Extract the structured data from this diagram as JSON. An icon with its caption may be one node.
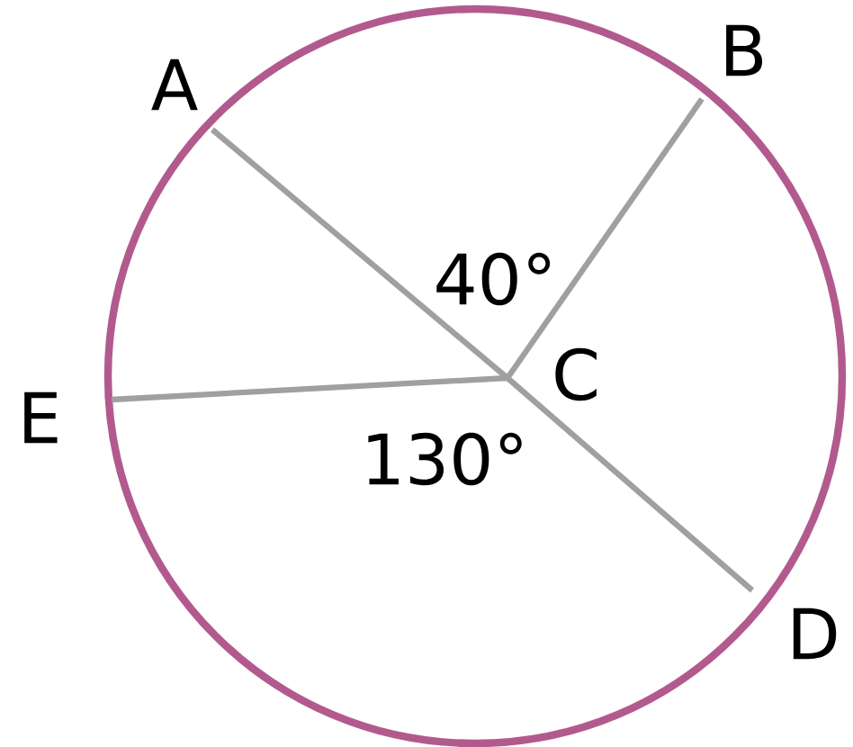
{
  "diagram": {
    "nodes": [
      {
        "text": [
          "C"
        ]
      },
      {
        "text": [
          "A"
        ]
      },
      {
        "text": [
          "B"
        ]
      },
      {
        "text": [
          "D"
        ]
      },
      {
        "text": [
          "E"
        ]
      }
    ],
    "edges": [
      {
        "from": 0,
        "to": 1,
        "arrow": "none"
      },
      {
        "from": 0,
        "to": 2,
        "arrow": "none"
      },
      {
        "from": 0,
        "to": 3,
        "arrow": "none"
      },
      {
        "from": 0,
        "to": 4,
        "arrow": "none"
      }
    ],
    "labels": [
      "40°",
      "130°"
    ]
  }
}
